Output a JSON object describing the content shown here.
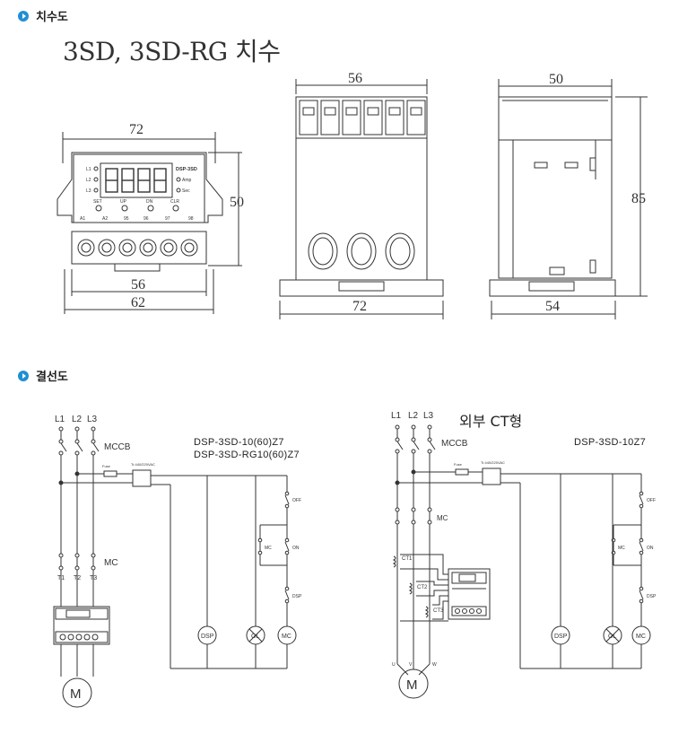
{
  "sections": {
    "dimensions": "치수도",
    "wiring": "결선도"
  },
  "dimension_title": "3SD, 3SD-RG 치수",
  "front_view": {
    "width_top": "72",
    "height": "50",
    "inner_width": "56",
    "base_width": "62",
    "model_label": "DSP-3SD",
    "leds": [
      "L1",
      "L2",
      "L3"
    ],
    "unit_leds": [
      "Amp",
      "Sec"
    ],
    "buttons": [
      "SET",
      "UP",
      "DN",
      "CLR"
    ],
    "terminals": [
      "A1",
      "A2",
      "95",
      "96",
      "97",
      "98"
    ]
  },
  "terminal_view": {
    "width_top": "56",
    "width_bottom": "72"
  },
  "side_view": {
    "width_top": "50",
    "height": "85",
    "width_bottom": "54"
  },
  "wiring_left": {
    "lines": [
      "L1",
      "L2",
      "L3"
    ],
    "breaker": "MCCB",
    "contactor": "MC",
    "outputs": [
      "T1",
      "T2",
      "T3"
    ],
    "models": [
      "DSP-3SD-10(60)Z7",
      "DSP-3SD-RG10(60)Z7"
    ],
    "fuse": "Fuse",
    "transformer": "Tr.440/220VAC",
    "switches": [
      "OFF",
      "ON",
      "DSP"
    ],
    "aux_contact": "MC",
    "loads": [
      "DSP",
      "GL",
      "MC"
    ],
    "motor": "M"
  },
  "wiring_right": {
    "title": "외부 CT형",
    "lines": [
      "L1",
      "L2",
      "L3"
    ],
    "breaker": "MCCB",
    "contactor": "MC",
    "cts": [
      "CT1",
      "CT2",
      "CT3"
    ],
    "model": "DSP-3SD-10Z7",
    "fuse": "Fuse",
    "transformer": "Tr.440/220VAC",
    "switches": [
      "OFF",
      "ON",
      "DSP"
    ],
    "aux_contact": "MC",
    "loads": [
      "DSP",
      "GL",
      "MC"
    ],
    "outputs": [
      "U",
      "V",
      "W"
    ],
    "motor": "M"
  },
  "colors": {
    "bullet": "#1f8fd4",
    "line": "#333333"
  }
}
